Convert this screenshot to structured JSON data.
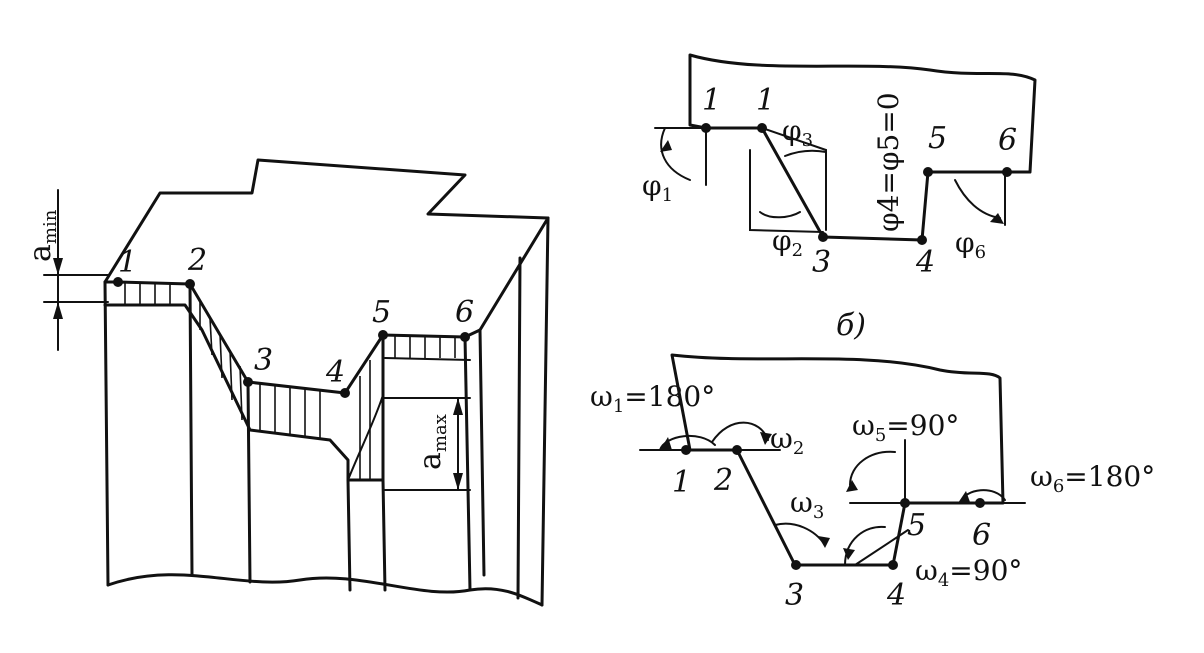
{
  "panel_a": {
    "point_labels": [
      "1",
      "2",
      "3",
      "4",
      "5",
      "6"
    ],
    "a_min": {
      "main": "a",
      "sub": "min"
    },
    "a_max": {
      "main": "a",
      "sub": "max"
    }
  },
  "panel_b": {
    "caption": "б)",
    "point_labels": [
      "1",
      "1",
      "3",
      "4",
      "5",
      "6"
    ],
    "phi_symbol": "φ",
    "phi_subs": [
      "1",
      "2",
      "3",
      "6"
    ],
    "phi_equal": "φ4=φ5=0"
  },
  "panel_c": {
    "point_labels": [
      "1",
      "2",
      "3",
      "4",
      "5",
      "6"
    ],
    "omega_symbol": "ω",
    "omega_subs": [
      "1",
      "2",
      "3",
      "4",
      "5",
      "6"
    ],
    "omega_1_value": "=180°",
    "omega_4_value": "=90°",
    "omega_5_value": "=90°",
    "omega_6_value": "=180°"
  }
}
